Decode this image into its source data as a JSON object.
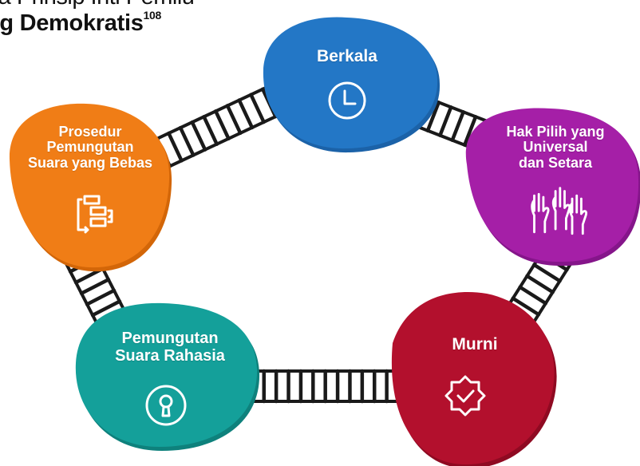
{
  "title": {
    "line1": "na Prinsip Inti Pemilu",
    "line2": "ng Demokratis",
    "footnote": "108"
  },
  "nodes": [
    {
      "key": "berkala",
      "label": "Berkala",
      "icon": "clock-icon",
      "color": "#2377c6",
      "dark": "#1b62a8"
    },
    {
      "key": "hak-pilih",
      "label": "Hak Pilih yang\nUniversal\ndan Setara",
      "icon": "raised-hands-icon",
      "color": "#a51fa7",
      "dark": "#85158a"
    },
    {
      "key": "murni",
      "label": "Murni",
      "icon": "verified-badge-icon",
      "color": "#b3102d",
      "dark": "#8f0a22"
    },
    {
      "key": "rahasia",
      "label": "Pemungutan\nSuara Rahasia",
      "icon": "keyhole-icon",
      "color": "#14a09a",
      "dark": "#0e817c"
    },
    {
      "key": "prosedur",
      "label": "Prosedur\nPemungutan\nSuara yang Bebas",
      "icon": "flow-process-icon",
      "color": "#f07d16",
      "dark": "#d36608"
    }
  ]
}
